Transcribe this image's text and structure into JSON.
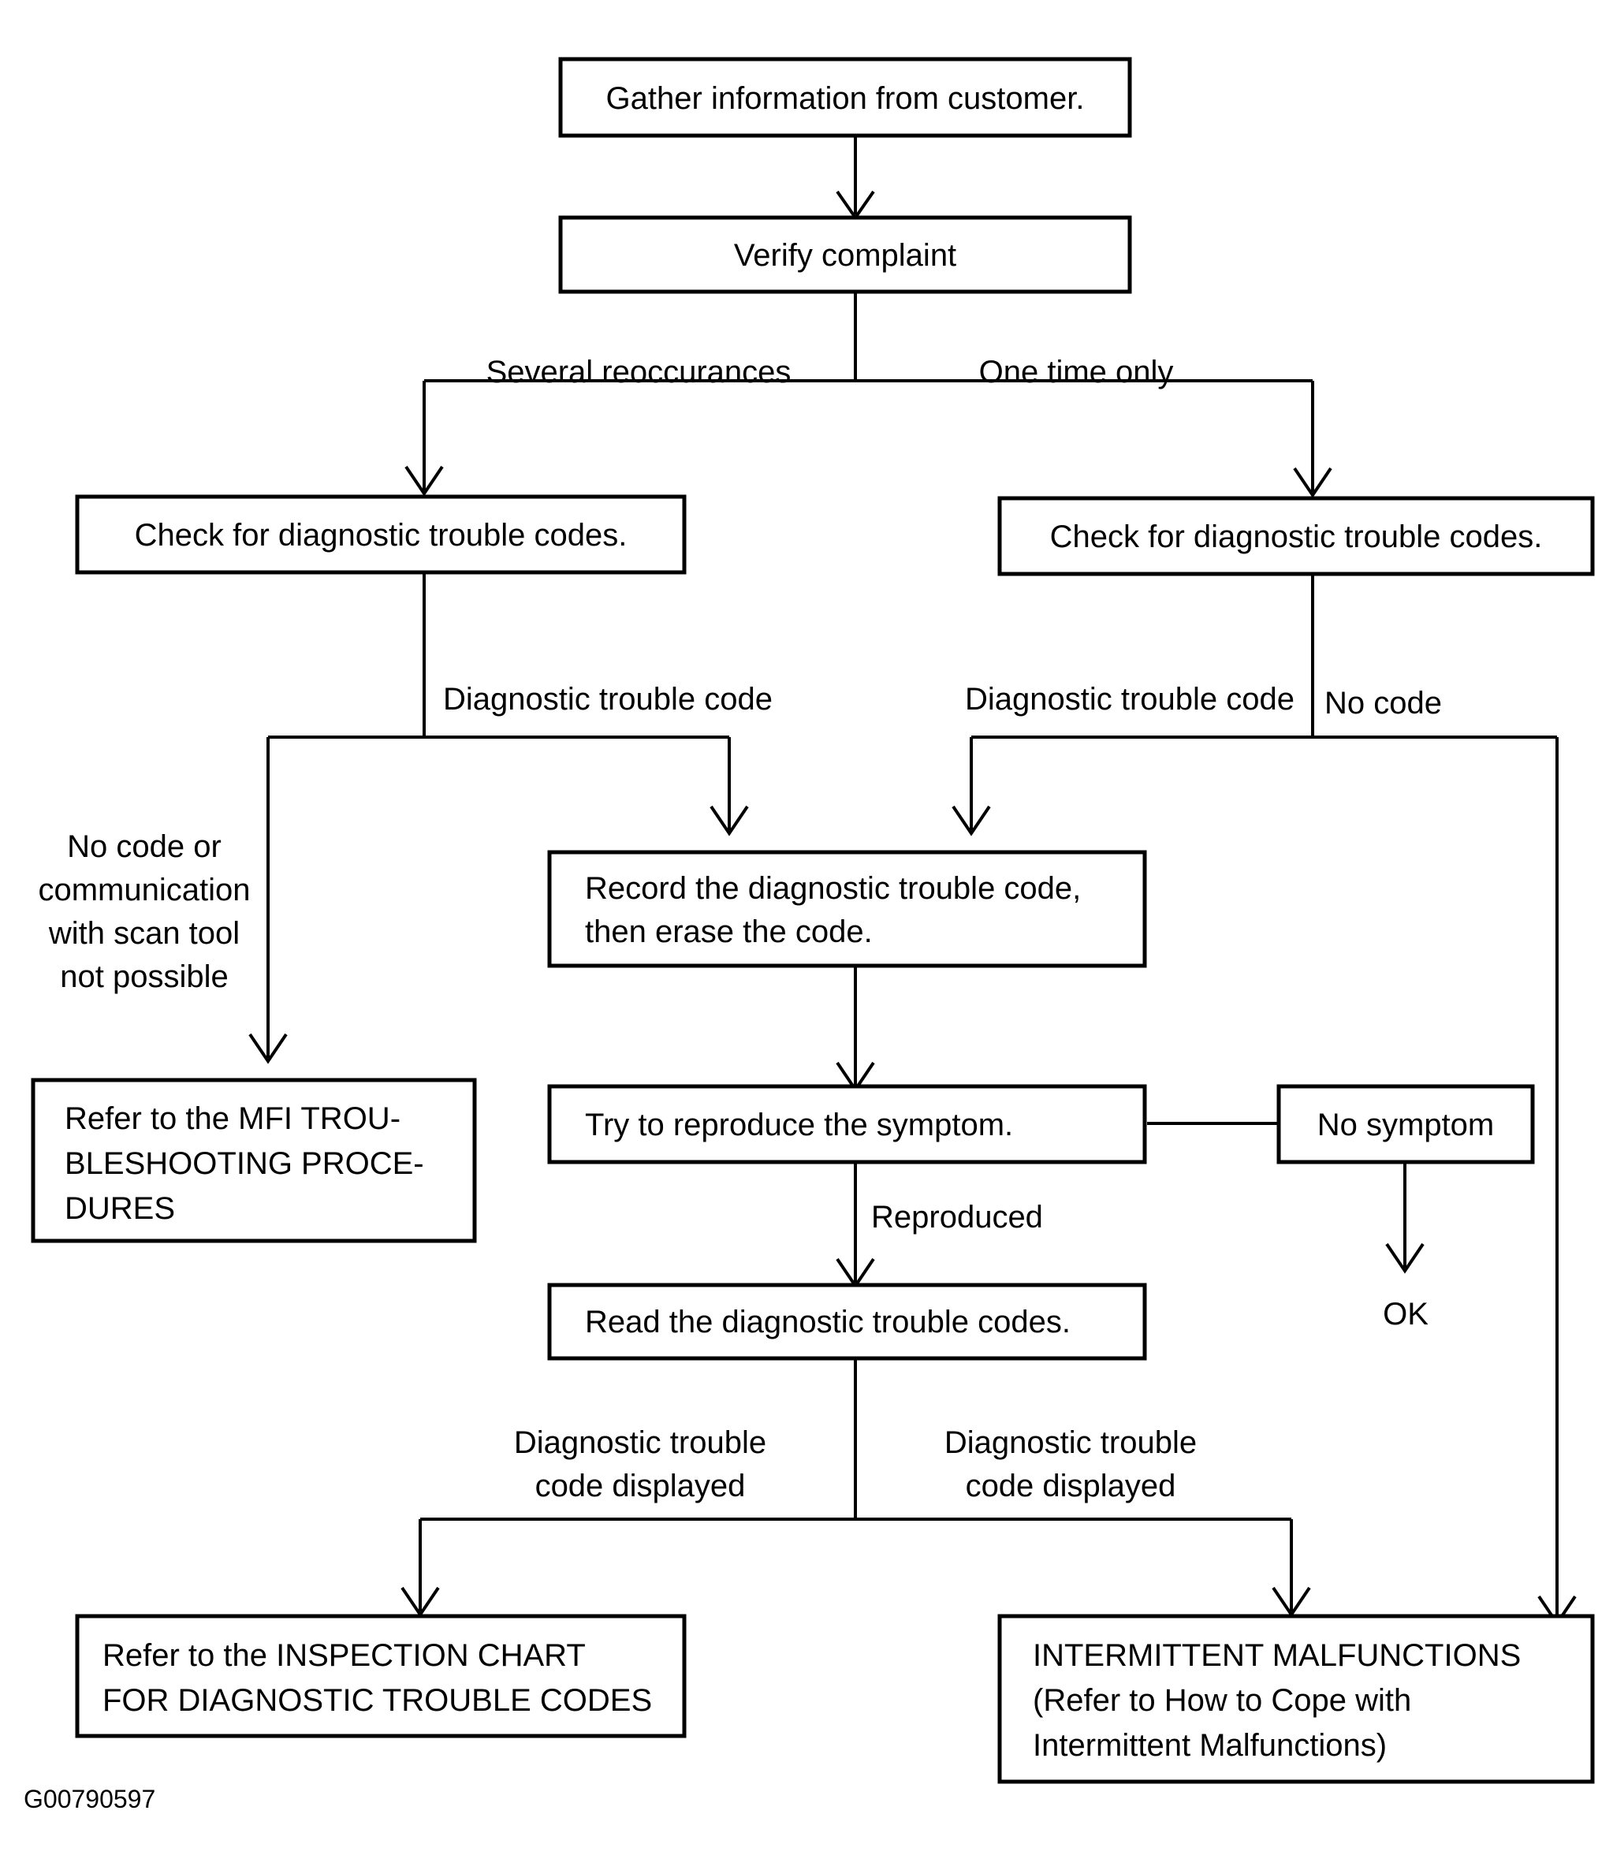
{
  "diagram": {
    "type": "flowchart",
    "title": "Diagnostic trouble code troubleshooting flowchart",
    "caption": "G00790597",
    "background_color": "#ffffff",
    "line_color": "#000000",
    "nodes": [
      {
        "id": "gather",
        "label": "Gather information from customer."
      },
      {
        "id": "verify",
        "label": "Verify complaint"
      },
      {
        "id": "check_left",
        "label": "Check for diagnostic trouble codes."
      },
      {
        "id": "check_right",
        "label": "Check for diagnostic trouble codes."
      },
      {
        "id": "record_l1",
        "label": "Record the diagnostic trouble code,"
      },
      {
        "id": "record_l2",
        "label": "then erase the code."
      },
      {
        "id": "mfi_l1",
        "label": "Refer to the MFI TROU-"
      },
      {
        "id": "mfi_l2",
        "label": "BLESHOOTING PROCE-"
      },
      {
        "id": "mfi_l3",
        "label": "DURES"
      },
      {
        "id": "reproduce",
        "label": "Try to reproduce the symptom."
      },
      {
        "id": "nosymptom",
        "label": "No symptom"
      },
      {
        "id": "readcodes",
        "label": "Read the diagnostic trouble codes."
      },
      {
        "id": "inspect_l1",
        "label": "Refer to the INSPECTION CHART"
      },
      {
        "id": "inspect_l2",
        "label": "FOR DIAGNOSTIC TROUBLE CODES"
      },
      {
        "id": "interm_l1",
        "label": "INTERMITTENT MALFUNCTIONS"
      },
      {
        "id": "interm_l2",
        "label": "(Refer to How to Cope with"
      },
      {
        "id": "interm_l3",
        "label": "Intermittent Malfunctions)"
      }
    ],
    "edge_labels": [
      {
        "id": "several",
        "text": "Several reoccurances"
      },
      {
        "id": "onetime",
        "text": "One time only"
      },
      {
        "id": "dtc_left",
        "text": "Diagnostic trouble code"
      },
      {
        "id": "dtc_right",
        "text": "Diagnostic trouble code"
      },
      {
        "id": "nocode",
        "text": "No code"
      },
      {
        "id": "nocode_l1",
        "text": "No code or"
      },
      {
        "id": "nocode_l2",
        "text": "communication"
      },
      {
        "id": "nocode_l3",
        "text": "with scan tool"
      },
      {
        "id": "nocode_l4",
        "text": "not possible"
      },
      {
        "id": "reproduced",
        "text": "Reproduced"
      },
      {
        "id": "ok",
        "text": "OK"
      },
      {
        "id": "disp_left_l1",
        "text": "Diagnostic trouble"
      },
      {
        "id": "disp_left_l2",
        "text": "code displayed"
      },
      {
        "id": "disp_right_l1",
        "text": "Diagnostic trouble"
      },
      {
        "id": "disp_right_l2",
        "text": "code displayed"
      }
    ]
  }
}
